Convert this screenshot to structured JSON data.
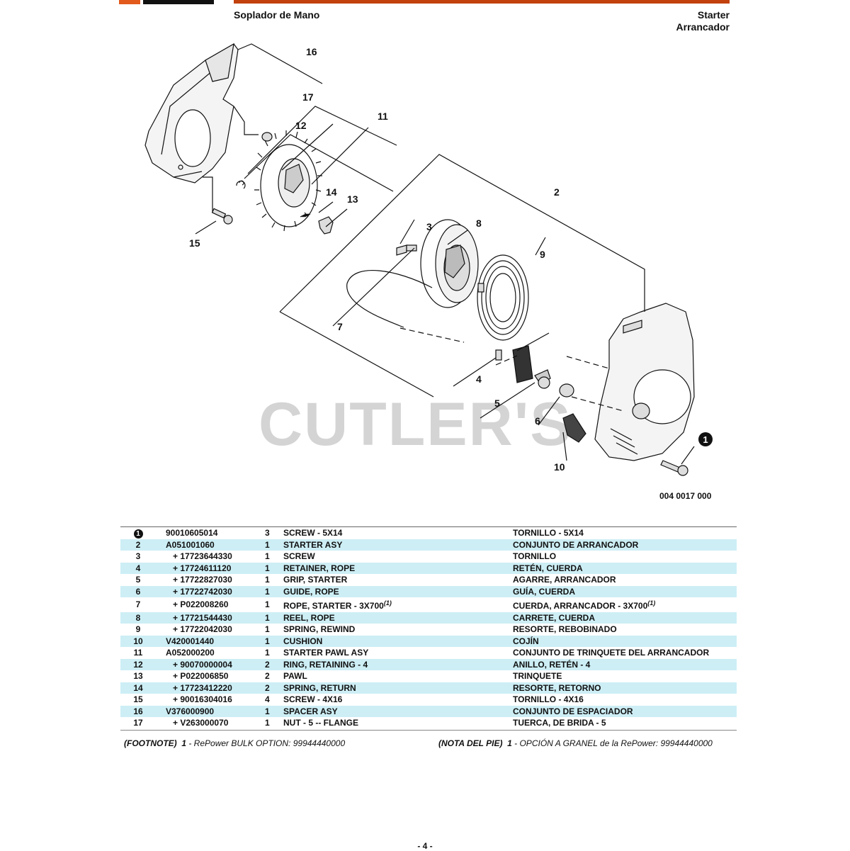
{
  "header": {
    "left_title": "Soplador de Mano",
    "right_title_en": "Starter",
    "right_title_es": "Arrancador",
    "accent_color": "#c2410c"
  },
  "diagram": {
    "watermark": "CUTLER'S",
    "callouts": [
      "16",
      "17",
      "12",
      "11",
      "15",
      "14",
      "13",
      "2",
      "3",
      "8",
      "9",
      "7",
      "4",
      "5",
      "6",
      "10",
      "1"
    ],
    "reference_code": "004 0017 000"
  },
  "parts": [
    {
      "no": "1",
      "pn": "90010605014",
      "qty": "3",
      "en": "SCREW - 5X14",
      "es": "TORNILLO - 5X14",
      "plus": false,
      "circled": true
    },
    {
      "no": "2",
      "pn": "A051001060",
      "qty": "1",
      "en": "STARTER ASY",
      "es": "CONJUNTO DE ARRANCADOR",
      "plus": false
    },
    {
      "no": "3",
      "pn": "+ 17723644330",
      "qty": "1",
      "en": "SCREW",
      "es": "TORNILLO",
      "plus": true
    },
    {
      "no": "4",
      "pn": "+ 17724611120",
      "qty": "1",
      "en": "RETAINER, ROPE",
      "es": "RETÉN, CUERDA",
      "plus": true
    },
    {
      "no": "5",
      "pn": "+ 17722827030",
      "qty": "1",
      "en": "GRIP, STARTER",
      "es": "AGARRE, ARRANCADOR",
      "plus": true
    },
    {
      "no": "6",
      "pn": "+ 17722742030",
      "qty": "1",
      "en": "GUIDE, ROPE",
      "es": "GUÍA, CUERDA",
      "plus": true
    },
    {
      "no": "7",
      "pn": "+ P022008260",
      "qty": "1",
      "en": "ROPE, STARTER - 3X700",
      "es": "CUERDA, ARRANCADOR - 3X700",
      "plus": true,
      "footnote": "(1)"
    },
    {
      "no": "8",
      "pn": "+ 17721544430",
      "qty": "1",
      "en": "REEL, ROPE",
      "es": "CARRETE, CUERDA",
      "plus": true
    },
    {
      "no": "9",
      "pn": "+ 17722042030",
      "qty": "1",
      "en": "SPRING, REWIND",
      "es": "RESORTE, REBOBINADO",
      "plus": true
    },
    {
      "no": "10",
      "pn": "V420001440",
      "qty": "1",
      "en": "CUSHION",
      "es": "COJÍN",
      "plus": false
    },
    {
      "no": "11",
      "pn": "A052000200",
      "qty": "1",
      "en": "STARTER PAWL ASY",
      "es": "CONJUNTO DE TRINQUETE DEL ARRANCADOR",
      "plus": false
    },
    {
      "no": "12",
      "pn": "+ 90070000004",
      "qty": "2",
      "en": "RING, RETAINING - 4",
      "es": "ANILLO, RETÉN - 4",
      "plus": true
    },
    {
      "no": "13",
      "pn": "+ P022006850",
      "qty": "2",
      "en": "PAWL",
      "es": "TRINQUETE",
      "plus": true
    },
    {
      "no": "14",
      "pn": "+ 17723412220",
      "qty": "2",
      "en": "SPRING, RETURN",
      "es": "RESORTE, RETORNO",
      "plus": true
    },
    {
      "no": "15",
      "pn": "+ 90016304016",
      "qty": "4",
      "en": "SCREW - 4X16",
      "es": "TORNILLO - 4X16",
      "plus": true
    },
    {
      "no": "16",
      "pn": "V376000900",
      "qty": "1",
      "en": "SPACER ASY",
      "es": "CONJUNTO DE ESPACIADOR",
      "plus": false
    },
    {
      "no": "17",
      "pn": "+ V263000070",
      "qty": "1",
      "en": "NUT - 5 -- FLANGE",
      "es": "TUERCA, DE BRIDA - 5",
      "plus": true
    }
  ],
  "footnote": {
    "en_label": "(FOOTNOTE)",
    "en_num": "1",
    "en_text": " - RePower BULK OPTION: 99944440000",
    "es_label": "(NOTA DEL PIE)",
    "es_num": "1",
    "es_text": " - OPCIÓN A GRANEL de la RePower: 99944440000"
  },
  "page_number": "- 4 -",
  "shade_color": "#cdeef5"
}
